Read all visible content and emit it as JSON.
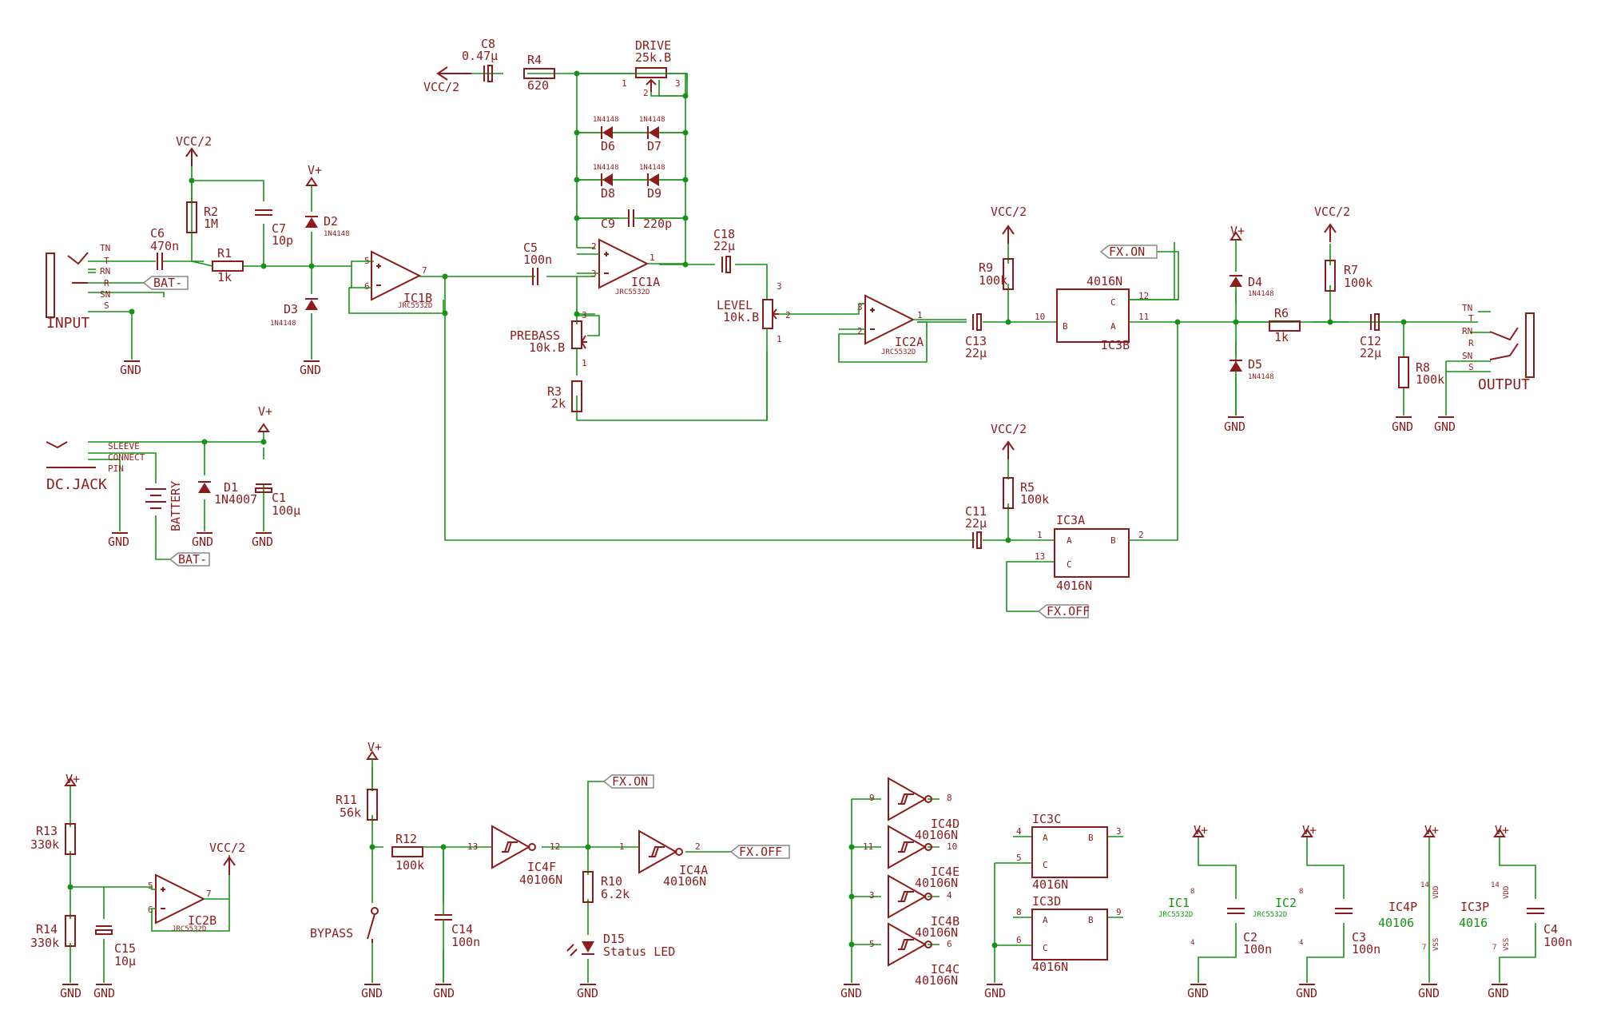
{
  "jacks": {
    "input": "INPUT",
    "output": "OUTPUT",
    "dc": "DC.JACK",
    "tn": "TN",
    "t": "T",
    "rn": "RN",
    "r": "R",
    "sn": "SN",
    "s": "S",
    "sleeve": "SLEEVE",
    "connect": "CONNECT",
    "pin": "PIN"
  },
  "rails": {
    "vcc2": "VCC/2",
    "vplus": "V+",
    "gnd": "GND"
  },
  "ports": {
    "bat": "BAT-",
    "fxon": "FX.ON",
    "fxoff": "FX.OFF"
  },
  "parts": {
    "C6": {
      "name": "C6",
      "value": "470n"
    },
    "R1": {
      "name": "R1",
      "value": "1k"
    },
    "R2": {
      "name": "R2",
      "value": "1M"
    },
    "C7": {
      "name": "C7",
      "value": "10p"
    },
    "D2": {
      "name": "D2",
      "value": "1N4148"
    },
    "D3": {
      "name": "D3",
      "value": "1N4148"
    },
    "C8": {
      "name": "C8",
      "value": "0.47μ"
    },
    "R4": {
      "name": "R4",
      "value": "620"
    },
    "DRIVE": {
      "name": "DRIVE",
      "value": "25k.B"
    },
    "D6": {
      "name": "D6"
    },
    "D7": {
      "name": "D7"
    },
    "D8": {
      "name": "D8"
    },
    "D9": {
      "name": "D9"
    },
    "diode": "1N4148",
    "C9": {
      "name": "C9",
      "value": "220p"
    },
    "C5": {
      "name": "C5",
      "value": "100n"
    },
    "C18": {
      "name": "C18",
      "value": "22μ"
    },
    "PREBASS": {
      "name": "PREBASS",
      "value": "10k.B"
    },
    "R3": {
      "name": "R3",
      "value": "2k"
    },
    "LEVEL": {
      "name": "LEVEL",
      "value": "10k.B"
    },
    "R9": {
      "name": "R9",
      "value": "100k"
    },
    "C13": {
      "name": "C13",
      "value": "22μ"
    },
    "IC3B": {
      "name": "IC3B",
      "type": "4016N"
    },
    "D4": {
      "name": "D4",
      "value": "1N4148"
    },
    "D5": {
      "name": "D5",
      "value": "1N4148"
    },
    "R6": {
      "name": "R6",
      "value": "1k"
    },
    "R7": {
      "name": "R7",
      "value": "100k"
    },
    "C12": {
      "name": "C12",
      "value": "22μ"
    },
    "R8": {
      "name": "R8",
      "value": "100k"
    },
    "D1": {
      "name": "D1",
      "value": "1N4007"
    },
    "C1": {
      "name": "C1",
      "value": "100μ"
    },
    "BATTERY": {
      "name": "BATTERY"
    },
    "R5": {
      "name": "R5",
      "value": "100k"
    },
    "C11": {
      "name": "C11",
      "value": "22μ"
    },
    "IC3A": {
      "name": "IC3A",
      "type": "4016N"
    },
    "R13": {
      "name": "R13",
      "value": "330k"
    },
    "R14": {
      "name": "R14",
      "value": "330k"
    },
    "C15": {
      "name": "C15",
      "value": "10μ"
    },
    "R11": {
      "name": "R11",
      "value": "56k"
    },
    "R12": {
      "name": "R12",
      "value": "100k"
    },
    "C14": {
      "name": "C14",
      "value": "100n"
    },
    "R10": {
      "name": "R10",
      "value": "6.2k"
    },
    "D15": {
      "name": "D15",
      "value": "Status LED"
    },
    "BYPASS": {
      "name": "BYPASS"
    },
    "IC4F": {
      "name": "IC4F",
      "type": "40106N"
    },
    "IC4A": {
      "name": "IC4A",
      "type": "40106N"
    },
    "IC4D": {
      "name": "IC4D",
      "type": "40106N"
    },
    "IC4E": {
      "name": "IC4E",
      "type": "40106N"
    },
    "IC4B": {
      "name": "IC4B",
      "type": "40106N"
    },
    "IC4C": {
      "name": "IC4C",
      "type": "40106N"
    },
    "IC3C": {
      "name": "IC3C",
      "type": "4016N"
    },
    "IC3D": {
      "name": "IC3D",
      "type": "4016N"
    },
    "C2": {
      "name": "C2",
      "value": "100n"
    },
    "C3": {
      "name": "C3",
      "value": "100n"
    },
    "C4": {
      "name": "C4",
      "value": "100n"
    },
    "IC1": {
      "name": "IC1",
      "type": "JRC5532D"
    },
    "IC2": {
      "name": "IC2",
      "type": "JRC5532D"
    },
    "IC4P": {
      "name": "IC4P",
      "type": "40106"
    },
    "IC3P": {
      "name": "IC3P",
      "type": "4016"
    },
    "IC1A": {
      "name": "IC1A"
    },
    "IC1B": {
      "name": "IC1B"
    },
    "IC2A": {
      "name": "IC2A"
    },
    "IC2B": {
      "name": "IC2B"
    },
    "opamp": "JRC5532D"
  },
  "pins": {
    "vdd": "VDD",
    "vss": "VSS",
    "a": "A",
    "b": "B",
    "c": "C"
  }
}
